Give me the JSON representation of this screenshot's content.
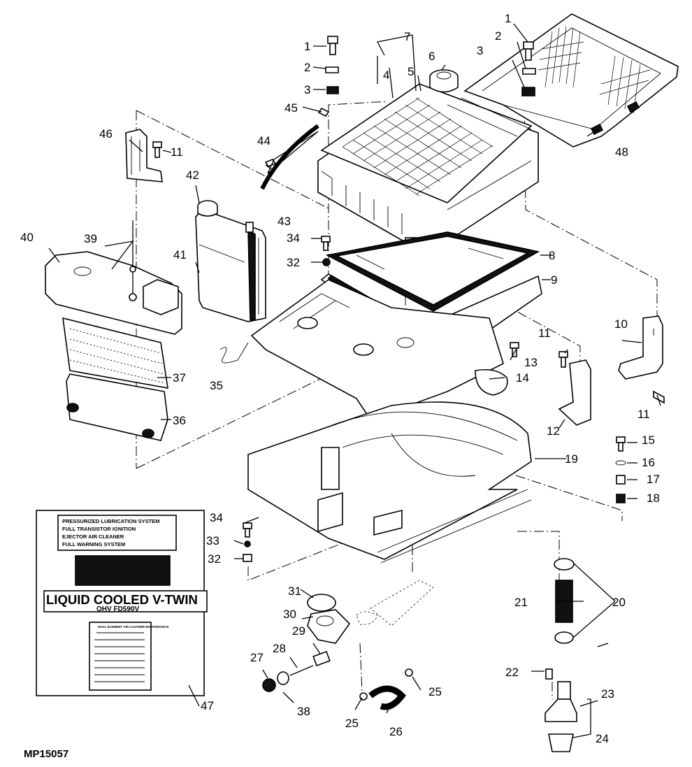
{
  "figure": {
    "reference_code": "MP15057",
    "subject": "Liquid-cooled V-twin engine air cleaner, coolant reservoir, radiator and water pump exploded parts view"
  },
  "callouts": [
    {
      "id": "c1a",
      "label": "1"
    },
    {
      "id": "c2a",
      "label": "2"
    },
    {
      "id": "c3a",
      "label": "3"
    },
    {
      "id": "c1b",
      "label": "1"
    },
    {
      "id": "c2b",
      "label": "2"
    },
    {
      "id": "c3b",
      "label": "3"
    },
    {
      "id": "c4",
      "label": "4"
    },
    {
      "id": "c5",
      "label": "5"
    },
    {
      "id": "c6",
      "label": "6"
    },
    {
      "id": "c7",
      "label": "7"
    },
    {
      "id": "c8",
      "label": "8"
    },
    {
      "id": "c9",
      "label": "9"
    },
    {
      "id": "c10",
      "label": "10"
    },
    {
      "id": "c11a",
      "label": "11"
    },
    {
      "id": "c11b",
      "label": "11"
    },
    {
      "id": "c11c",
      "label": "11"
    },
    {
      "id": "c12",
      "label": "12"
    },
    {
      "id": "c13",
      "label": "13"
    },
    {
      "id": "c14",
      "label": "14"
    },
    {
      "id": "c15",
      "label": "15"
    },
    {
      "id": "c16",
      "label": "16"
    },
    {
      "id": "c17",
      "label": "17"
    },
    {
      "id": "c18",
      "label": "18"
    },
    {
      "id": "c19",
      "label": "19"
    },
    {
      "id": "c20",
      "label": "20"
    },
    {
      "id": "c21",
      "label": "21"
    },
    {
      "id": "c22",
      "label": "22"
    },
    {
      "id": "c23",
      "label": "23"
    },
    {
      "id": "c24",
      "label": "24"
    },
    {
      "id": "c25a",
      "label": "25"
    },
    {
      "id": "c25b",
      "label": "25"
    },
    {
      "id": "c26",
      "label": "26"
    },
    {
      "id": "c27",
      "label": "27"
    },
    {
      "id": "c28",
      "label": "28"
    },
    {
      "id": "c29",
      "label": "29"
    },
    {
      "id": "c30",
      "label": "30"
    },
    {
      "id": "c31",
      "label": "31"
    },
    {
      "id": "c32a",
      "label": "32"
    },
    {
      "id": "c32b",
      "label": "32"
    },
    {
      "id": "c33",
      "label": "33"
    },
    {
      "id": "c34a",
      "label": "34"
    },
    {
      "id": "c34b",
      "label": "34"
    },
    {
      "id": "c35",
      "label": "35"
    },
    {
      "id": "c36",
      "label": "36"
    },
    {
      "id": "c37",
      "label": "37"
    },
    {
      "id": "c38",
      "label": "38"
    },
    {
      "id": "c39",
      "label": "39"
    },
    {
      "id": "c40",
      "label": "40"
    },
    {
      "id": "c41",
      "label": "41"
    },
    {
      "id": "c42",
      "label": "42"
    },
    {
      "id": "c43",
      "label": "43"
    },
    {
      "id": "c44",
      "label": "44"
    },
    {
      "id": "c45",
      "label": "45"
    },
    {
      "id": "c46",
      "label": "46"
    },
    {
      "id": "c47",
      "label": "47"
    },
    {
      "id": "c48",
      "label": "48"
    }
  ],
  "decal": {
    "features": [
      "PRESSURIZED LUBRICATION SYSTEM",
      "FULL TRANSISTOR IGNITION",
      "EJECTOR AIR CLEANER",
      "FULL WARNING SYSTEM"
    ],
    "headline": "LIQUID COOLED V-TWIN",
    "subline": "OHV   FD590V",
    "instruction_title": "DUAL ELEMENT AIR CLEANER MAINTENANCE"
  }
}
